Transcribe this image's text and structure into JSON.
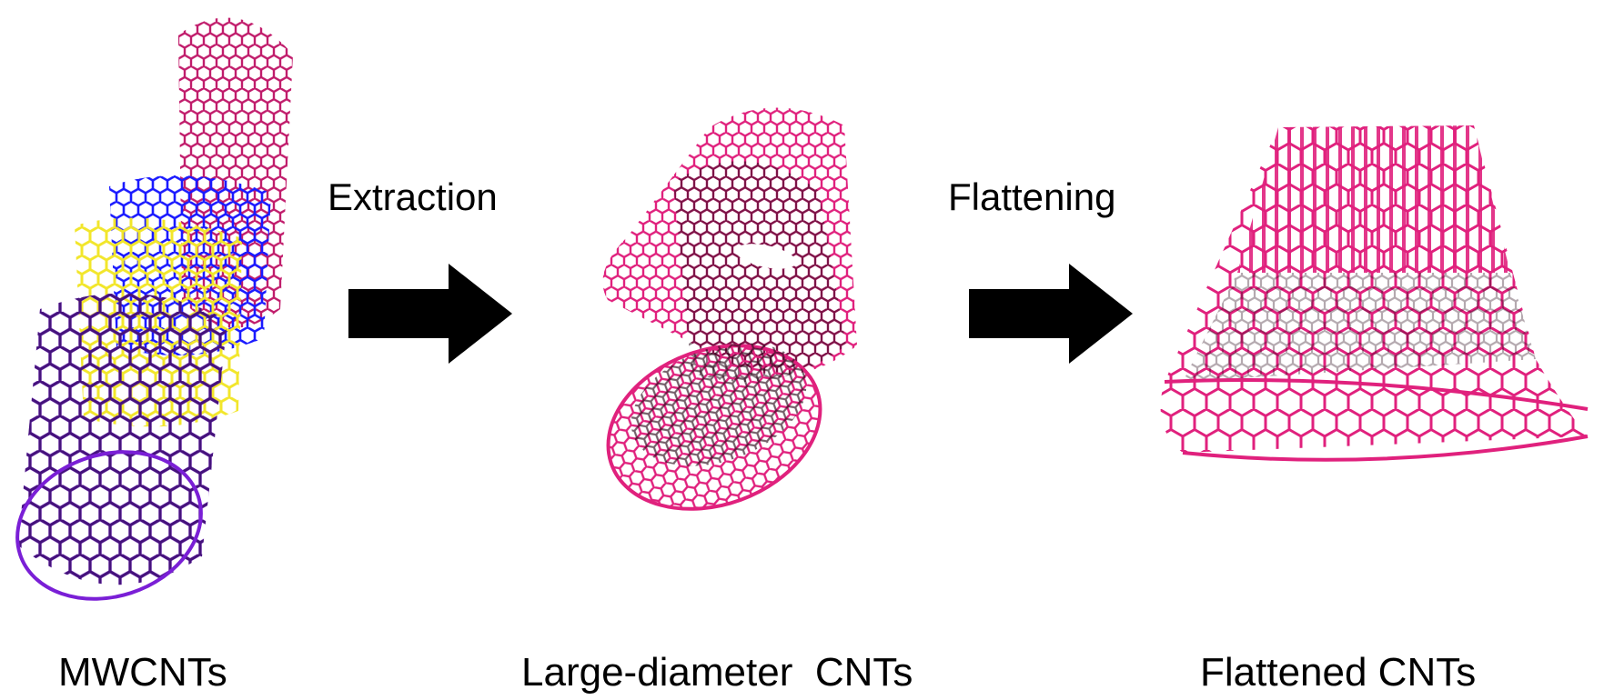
{
  "steps": {
    "extraction": "Extraction",
    "flattening": "Flattening"
  },
  "captions": {
    "mwcnts": "MWCNTs",
    "large_diameter": "Large-diameter  CNTs",
    "flattened": "Flattened CNTs"
  },
  "colors": {
    "outer_wall": "#e0217d",
    "middle_wall": "#1a1aff",
    "inner_wall": "#f2e62b",
    "innermost_wall": "#7a1fd6",
    "bond_dark": "#000000",
    "arrow": "#000000"
  },
  "icons": {
    "process_arrow": "right-arrow-icon"
  }
}
